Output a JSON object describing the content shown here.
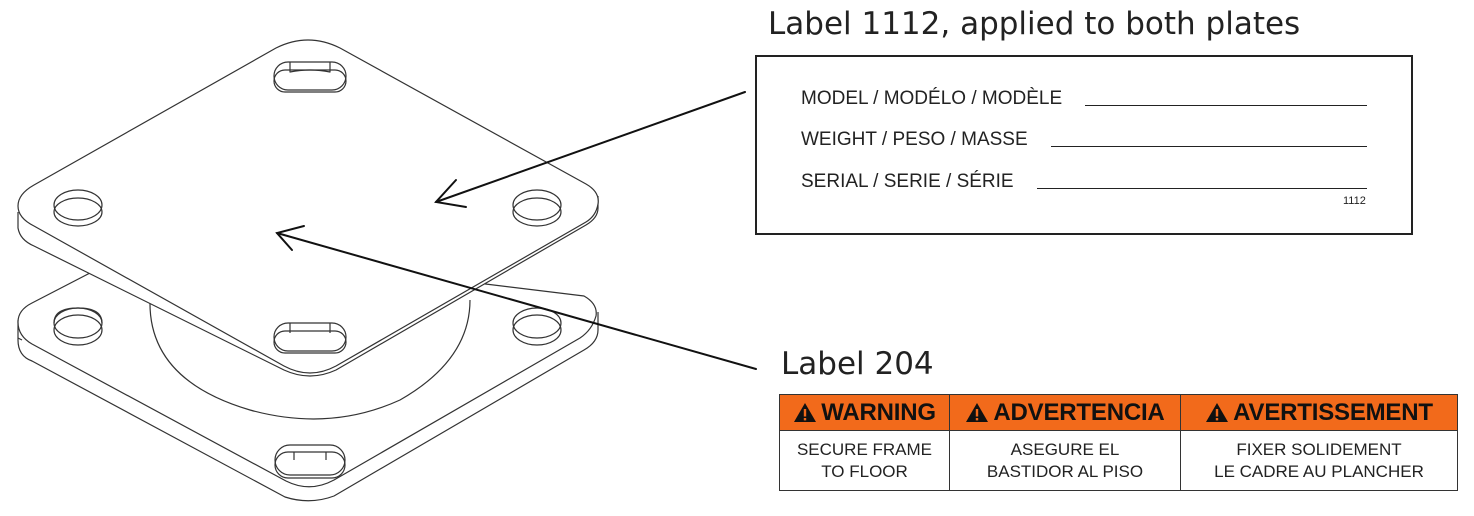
{
  "callouts": {
    "label_1112_title": "Label 1112, applied to both plates",
    "label_204_title": "Label 204"
  },
  "label_1112": {
    "fields": [
      "MODEL / MODÉLO / MODÈLE",
      "WEIGHT / PESO / MASSE",
      "SERIAL / SERIE / SÉRIE"
    ],
    "number": "1112"
  },
  "label_204": {
    "header_color": "#f26a1b",
    "headers": [
      "WARNING",
      "ADVERTENCIA",
      "AVERTISSEMENT"
    ],
    "messages": [
      [
        "SECURE FRAME",
        "TO FLOOR"
      ],
      [
        "ASEGURE EL",
        "BASTIDOR AL PISO"
      ],
      [
        "FIXER SOLIDEMENT",
        "LE CADRE AU PLANCHER"
      ]
    ]
  }
}
